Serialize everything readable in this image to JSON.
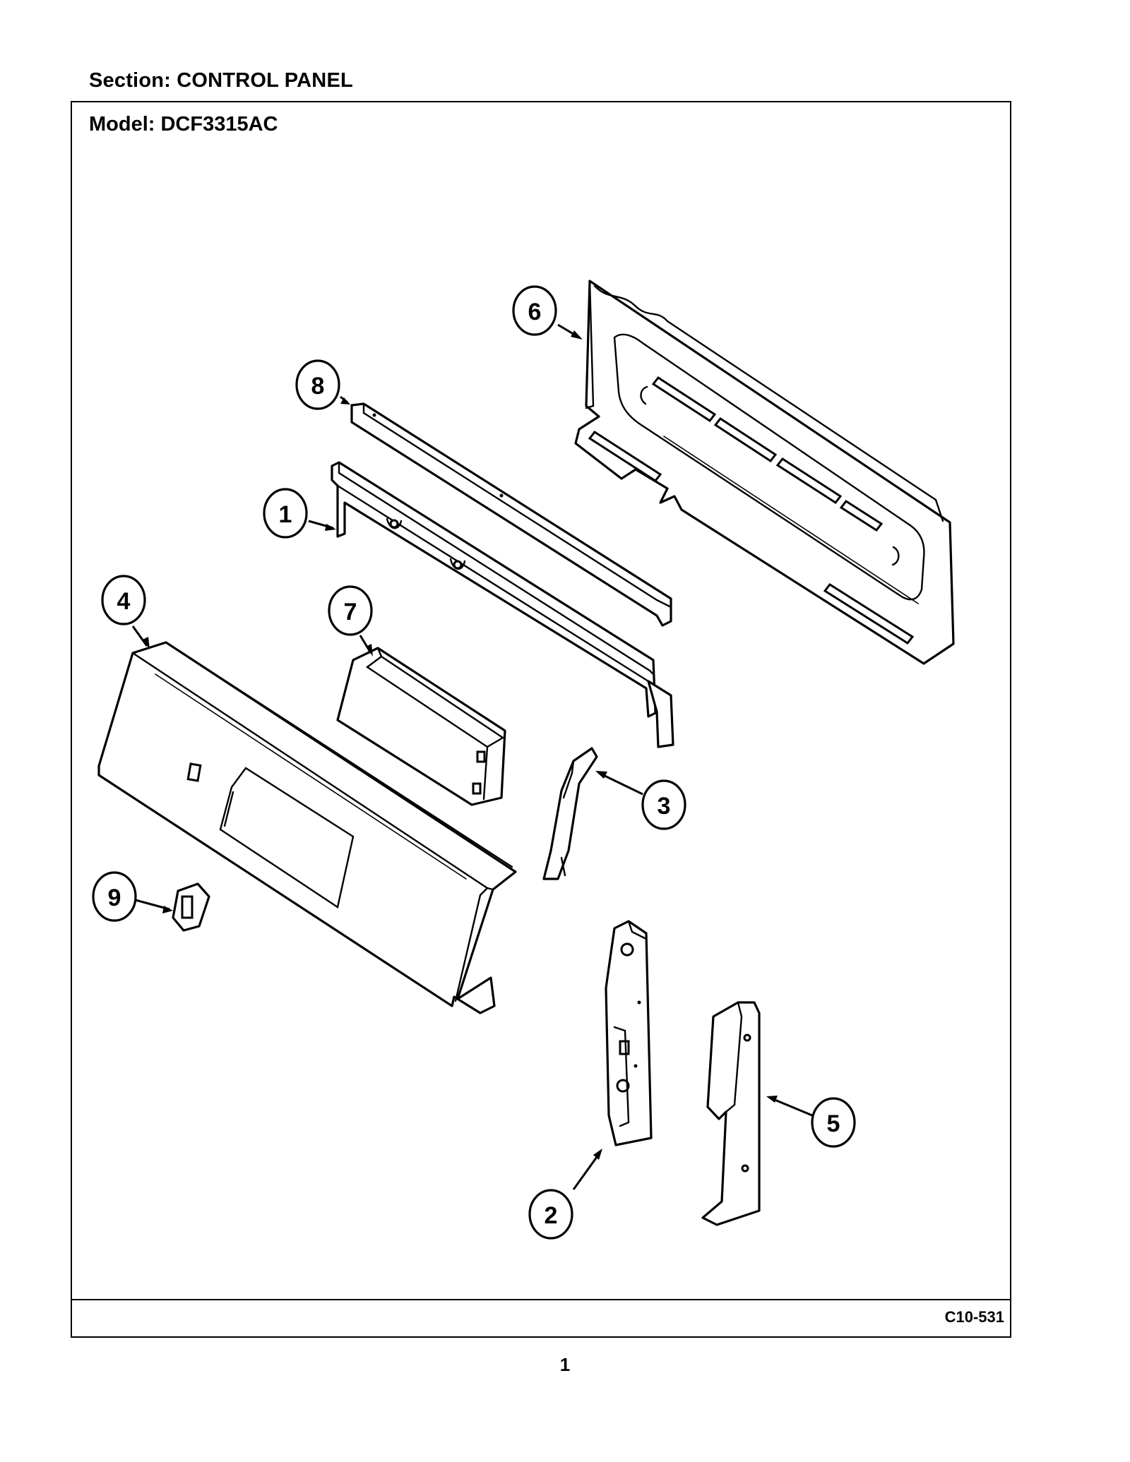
{
  "section_title": "Section:  CONTROL PANEL",
  "model_title": "Model:  DCF3315AC",
  "diagram_code": "C10-531",
  "page_number": "1",
  "callouts": [
    "1",
    "2",
    "3",
    "4",
    "5",
    "6",
    "7",
    "8",
    "9"
  ]
}
